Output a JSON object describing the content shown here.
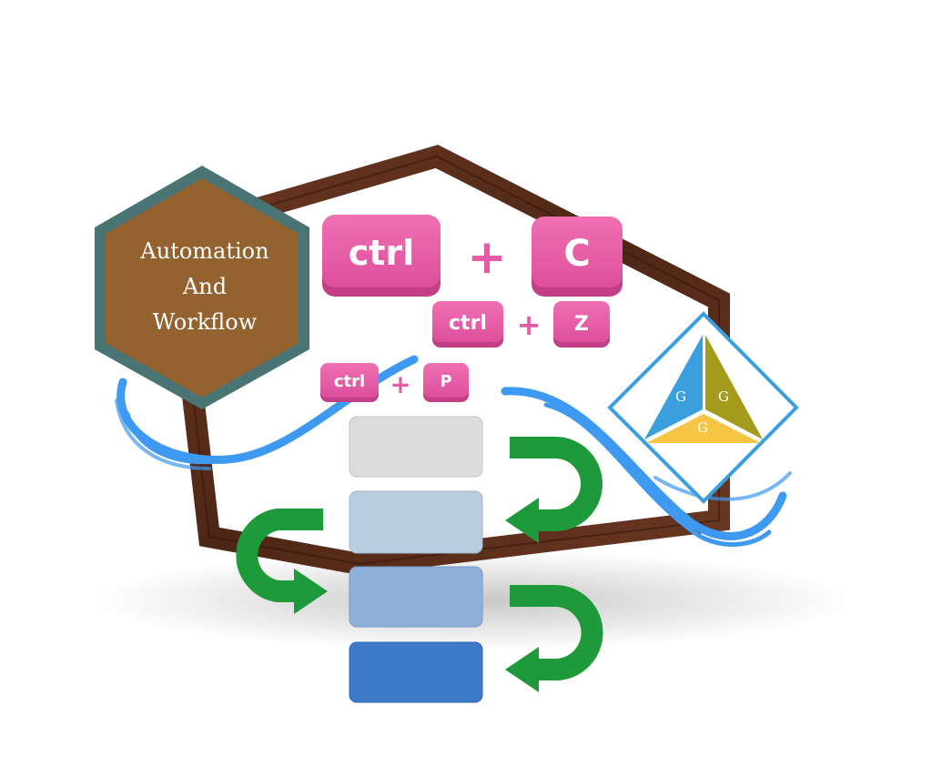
{
  "hexagon": {
    "line1": "Automation",
    "line2": "And",
    "line3": "Workflow"
  },
  "shortcuts": [
    {
      "modifier": "ctrl",
      "plus": "+",
      "key": "C"
    },
    {
      "modifier": "ctrl",
      "plus": "+",
      "key": "Z"
    },
    {
      "modifier": "ctrl",
      "plus": "+",
      "key": "P"
    }
  ],
  "logo": {
    "letters": [
      "G",
      "G",
      "G"
    ]
  },
  "colors": {
    "key_pink": "#e65ba5",
    "key_pink_shadow": "#c23f87",
    "hexagon_fill": "#94622f",
    "hexagon_border": "#4a7374",
    "frame_wood": "#5a2d1a",
    "wave_blue": "#3d9af0",
    "arrow_green": "#1f9a3b",
    "block_1": "#dcdcdc",
    "block_2": "#b7cde0",
    "block_3": "#8fb0d8",
    "block_4": "#3d7bc8",
    "logo_blue": "#3a9fdc",
    "logo_olive": "#a49a1b",
    "logo_yellow": "#f6c544"
  },
  "icons": [
    "wooden-frame-icon",
    "wave-icon",
    "green-arrow-icon",
    "gg-logo-icon"
  ]
}
